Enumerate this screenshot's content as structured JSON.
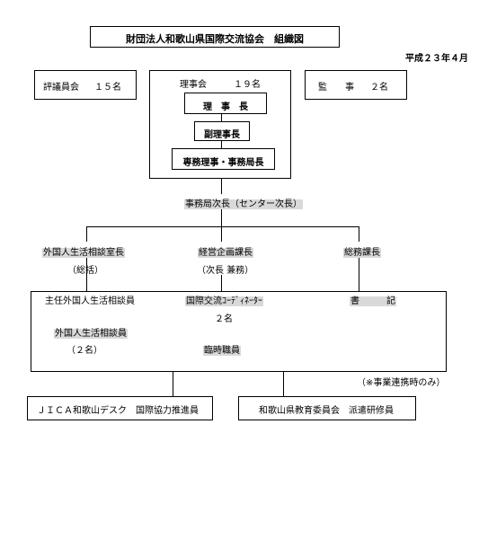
{
  "title": "財団法人和歌山県国際交流協会　組織図",
  "date": "平成２３年４月",
  "council": {
    "label": "評議員会",
    "count": "１５名"
  },
  "auditor": {
    "label": "監　　事",
    "count": "２名"
  },
  "board": {
    "label": "理事会",
    "count": "１９名",
    "chairman": "理　事　長",
    "vice_chairman": "副理事長",
    "executive": "専務理事・事務局長"
  },
  "deputy_director": "事務局次長（センター次長）",
  "sections": [
    {
      "head": "外国人生活相談室長",
      "note": "（総括）"
    },
    {
      "head": "経営企画課長",
      "note": "（次長 兼務）"
    },
    {
      "head": "総務課長",
      "note": ""
    }
  ],
  "staff": {
    "chief_counselor": "主任外国人生活相談員",
    "coordinator": "国際交流ｺｰﾃﾞｨﾈｰﾀｰ",
    "coordinator_count": "２名",
    "clerk": "書　　　記",
    "counselor": "外国人生活相談員",
    "counselor_count": "（２名）",
    "temp": "臨時職員"
  },
  "note": "（※事業連携時のみ）",
  "partners": [
    "ＪＩＣＡ和歌山デスク　国際協力推進員",
    "和歌山県教育委員会　派遣研修員"
  ]
}
